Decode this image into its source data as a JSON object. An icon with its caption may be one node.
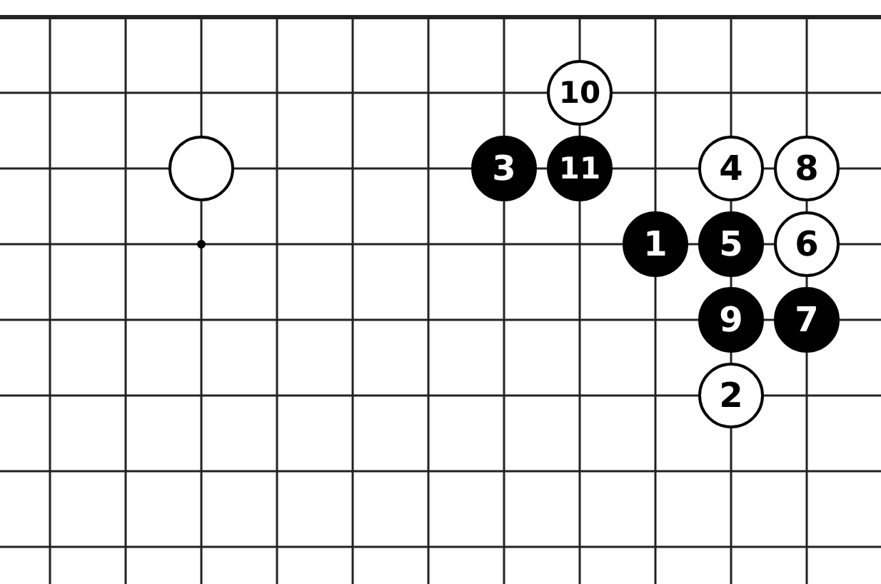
{
  "diagram": {
    "nodes": [
      {
        "text": [
          "10"
        ]
      },
      {
        "text": [],
        "shape": "circle"
      },
      {
        "text": [
          "3"
        ]
      },
      {
        "text": [
          "11"
        ]
      },
      {
        "text": [
          "4"
        ]
      },
      {
        "text": [
          "8"
        ]
      },
      {
        "text": [
          "1"
        ]
      },
      {
        "text": [
          "5"
        ]
      },
      {
        "text": [
          "6"
        ]
      },
      {
        "text": [
          "9"
        ]
      },
      {
        "text": [
          "7"
        ]
      },
      {
        "text": [
          "2"
        ]
      }
    ]
  }
}
